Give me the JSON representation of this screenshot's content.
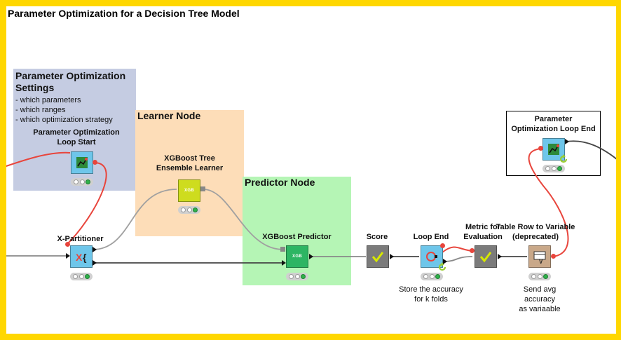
{
  "workflow": {
    "title": "Parameter Optimization for a Decision Tree Model"
  },
  "annotations": {
    "settings": {
      "title": "Parameter Optimization Settings",
      "lines": [
        "- which parameters",
        "- which ranges",
        "- which optimization strategy"
      ]
    },
    "learner": {
      "title": "Learner Node"
    },
    "predictor": {
      "title": "Predictor Node"
    }
  },
  "nodes": {
    "loop_start": {
      "label_line1": "Parameter Optimization",
      "label_line2": "Loop Start"
    },
    "xgb_learner": {
      "label_line1": "XGBoost Tree",
      "label_line2": "Ensemble Learner",
      "icon_text": "XGB"
    },
    "x_partitioner": {
      "label": "X-Partitioner"
    },
    "xgb_predictor": {
      "label": "XGBoost Predictor",
      "icon_text": "XGB"
    },
    "scorer": {
      "label": "Score"
    },
    "loop_end": {
      "label": "Loop End",
      "comment_line1": "Store the accuracy",
      "comment_line2": "for k folds"
    },
    "metric_eval": {
      "label_line1": "Metric for",
      "label_line2": "Evaluation"
    },
    "table_row_to_var": {
      "label_line1": "Table Row to Variable",
      "label_line2": "(deprecated)",
      "comment_line1": "Send avg",
      "comment_line2": "accuracy",
      "comment_line3": "as variaable"
    },
    "opt_loop_end": {
      "label_line1": "Parameter",
      "label_line2": "Optimization Loop End"
    }
  },
  "colors": {
    "frame": "#FFD700",
    "settings_bg": "#C5CCE2",
    "learner_bg": "#FDDDB8",
    "predictor_bg": "#B5F5B5",
    "loop_node": "#6EC6EA",
    "learner_node": "#CEDC1E",
    "predictor_node": "#2DB563",
    "other_node": "#7B7B7B",
    "manipulator_node": "#C9A889",
    "red_wire": "#E8453C",
    "gray_wire": "#A0A0A0",
    "black_wire": "#444444"
  },
  "icons": {
    "loop_start": "line-chart-icon",
    "x_partitioner": "x-brace-icon",
    "scorer": "checkmark-icon",
    "loop_end": "loop-end-icon",
    "metric_eval": "checkmark-icon",
    "table_row_to_var": "variable-icon",
    "opt_loop_end": "line-chart-icon"
  }
}
